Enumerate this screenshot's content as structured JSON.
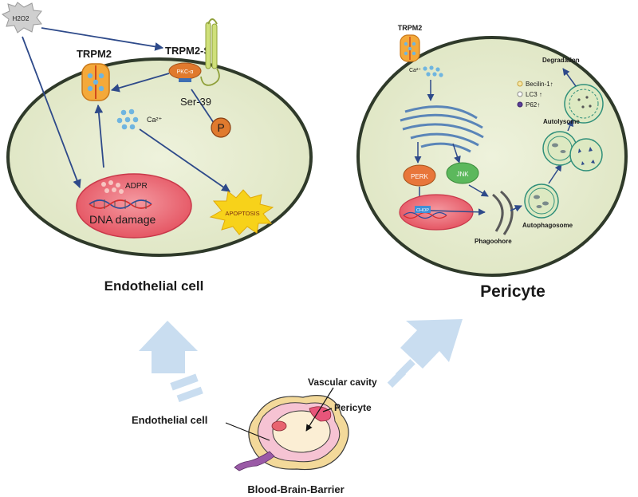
{
  "endothelial": {
    "h2o2": "H2O2",
    "trpm2": "TRPM2",
    "trpm2_s": "TRPM2-S",
    "pkc": "PKC-α",
    "ser39": "Ser-39",
    "p": "P",
    "ca": "Ca²⁺",
    "adpr": "ADPR",
    "dna_damage": "DNA damage",
    "apoptosis": "APOPTOSIS",
    "title": "Endothelial cell"
  },
  "pericyte": {
    "trpm2": "TRPM2",
    "ca": "Ca²⁺",
    "perk": "PERK",
    "jnk": "JNK",
    "chop": "CHOP",
    "phagophore": "Phagoohore",
    "autophagosome": "Autophagosome",
    "autolysome": "Autolysome",
    "degradation": "Degradation",
    "legend": [
      "Becilin-1↑",
      "LC3 ↑",
      "P62↑"
    ],
    "title": "Pericyte"
  },
  "bbb": {
    "vascular_cavity": "Vascular cavity",
    "pericyte": "Pericyte",
    "endothelial": "Endothelial cell",
    "title": "Blood-Brain-Barrier"
  },
  "colors": {
    "cell_fill": "#e6ecd0",
    "nucleus": "#e8636f",
    "trpm2": "#f4a93a",
    "pkc": "#e07a2e",
    "perk": "#e8763a",
    "jnk": "#5cb85c",
    "arrow": "#2e4a8a",
    "big_arrow": "#c9ddf0",
    "apoptosis": "#f7d21a"
  }
}
